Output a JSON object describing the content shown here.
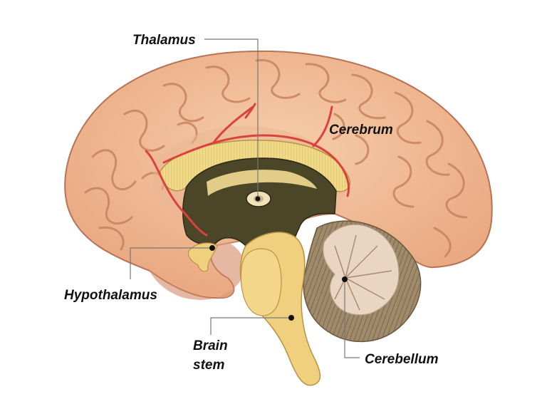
{
  "labels": {
    "thalamus": "Thalamus",
    "cerebrum": "Cerebrum",
    "hypothalamus": "Hypothalamus",
    "brain_stem_line1": "Brain",
    "brain_stem_line2": "stem",
    "cerebellum": "Cerebellum"
  },
  "colors": {
    "cortex": "#f1bf9c",
    "cortex_shadow": "#d8916d",
    "corpus_callosum": "#f1d98a",
    "ventricle_dark": "#4b4627",
    "brainstem": "#f0cf7e",
    "cerebellum": "#e6cdb8",
    "cerebellum_dark": "#8f7a5c",
    "artery": "#d8433d",
    "leader_line": "#777777"
  }
}
